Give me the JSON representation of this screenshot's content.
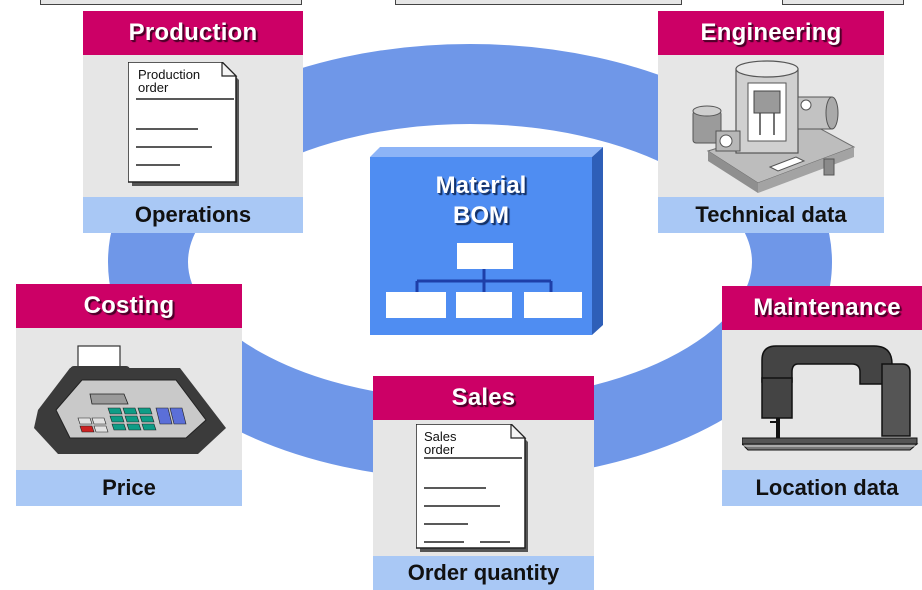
{
  "center": {
    "title_line1": "Material",
    "title_line2": "BOM"
  },
  "modules": {
    "production": {
      "header": "Production",
      "footer": "Operations",
      "doc_line1": "Production",
      "doc_line2": "order"
    },
    "engineering": {
      "header": "Engineering",
      "footer": "Technical data"
    },
    "costing": {
      "header": "Costing",
      "footer": "Price"
    },
    "maintenance": {
      "header": "Maintenance",
      "footer": "Location data"
    },
    "sales": {
      "header": "Sales",
      "footer": "Order quantity",
      "doc_line1": "Sales",
      "doc_line2": "order"
    }
  },
  "colors": {
    "header": "#cc0066",
    "footer": "#a9c8f5",
    "ring": "#6f97e8",
    "bom": "#4f8df2"
  }
}
